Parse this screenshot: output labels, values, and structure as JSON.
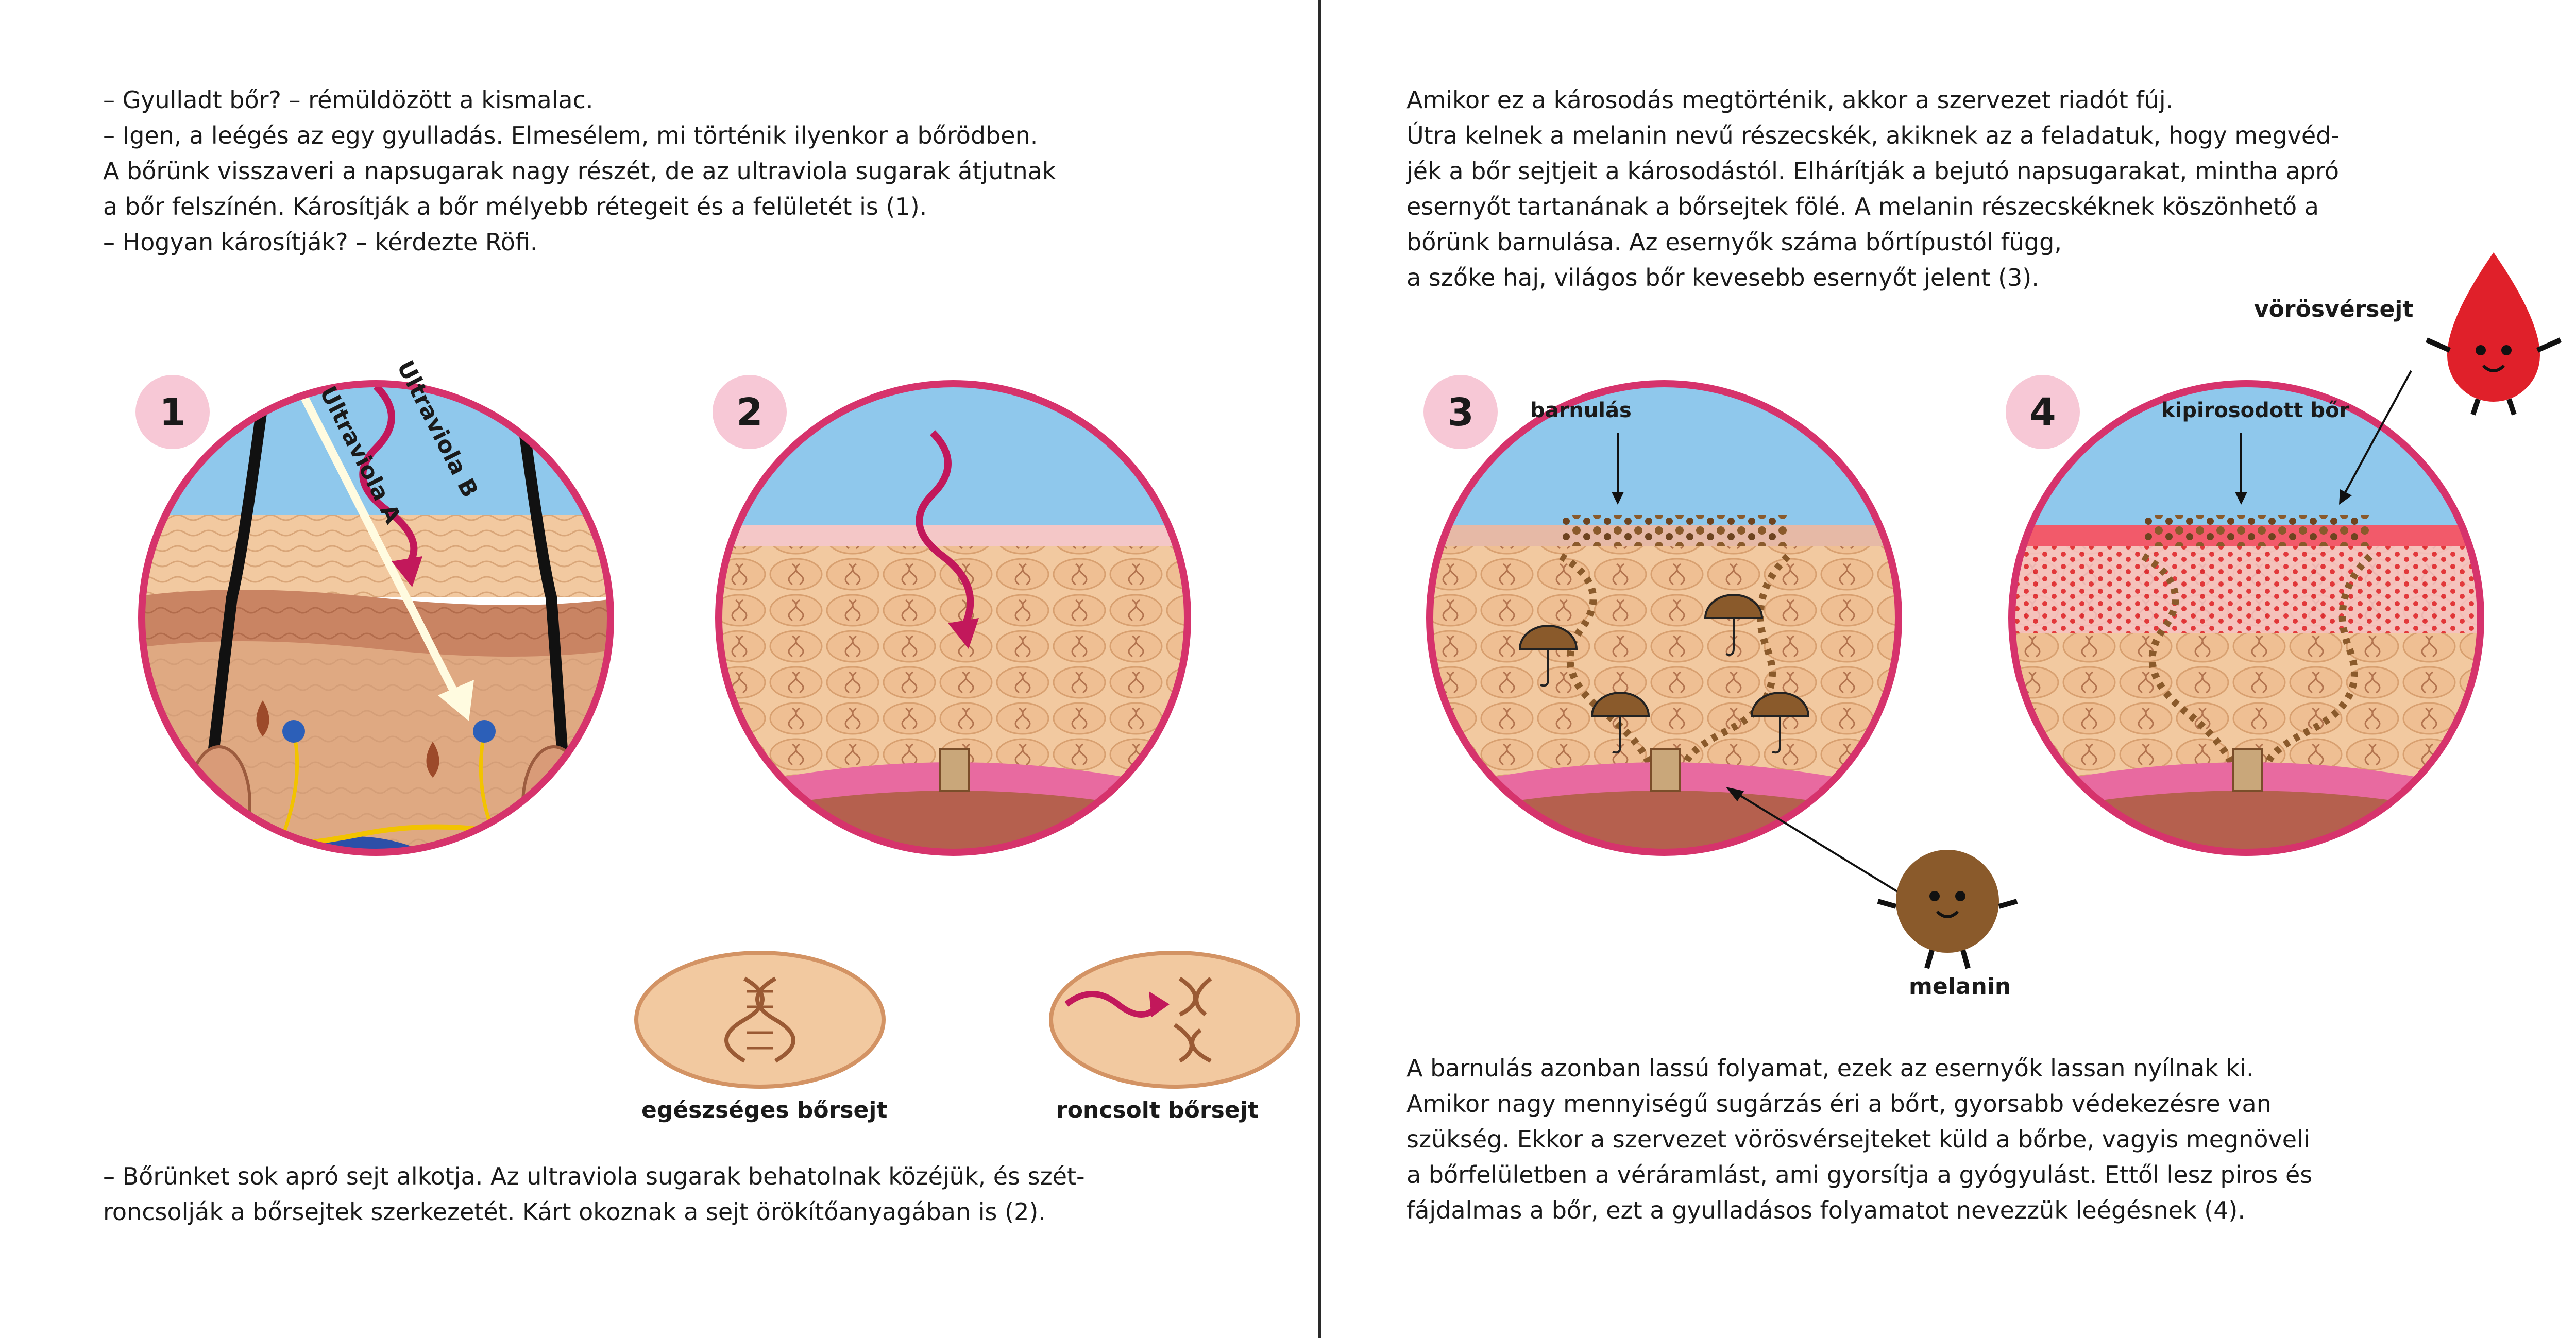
{
  "left_page": {
    "intro_lines": [
      "– Gyulladt bőr? – rémüldözött a kismalac.",
      "– Igen, a leégés az egy gyulladás. Elmesélem, mi történik ilyenkor a bőrödben.",
      "A bőrünk visszaveri a napsugarak nagy részét, de az ultraviola sugarak átjutnak",
      "a bőr felszínén. Károsítják a bőr mélyebb rétegeit és a felületét is (1).",
      "– Hogyan károsítják? –  kérdezte Röfi."
    ],
    "diagram1": {
      "number": "1",
      "uv_a_label": "Ultraviola A",
      "uv_b_label": "Ultraviola B"
    },
    "diagram2": {
      "number": "2"
    },
    "healthy_cell_label": "egészséges bőrsejt",
    "damaged_cell_label": "roncsolt bőrsejt",
    "outro_lines": [
      "– Bőrünket sok apró sejt alkotja. Az ultraviola sugarak behatolnak közéjük, és szét-",
      "roncsolják a bőrsejtek szerkezetét. Kárt okoznak a sejt örökítőanyagában is (2)."
    ]
  },
  "right_page": {
    "intro_lines": [
      "Amikor ez a károsodás megtörténik, akkor a szervezet riadót fúj.",
      "Útra kelnek a melanin nevű részecskék, akiknek az a feladatuk, hogy megvéd-",
      "jék a bőr sejtjeit a károsodástól. Elhárítják a bejutó napsugarakat, mintha apró",
      "esernyőt tartanának a bőrsejtek fölé. A melanin részecskéknek köszönhető a",
      "bőrünk barnulása. Az esernyők száma bőrtípustól függ,",
      "a szőke haj, világos bőr kevesebb esernyőt jelent (3)."
    ],
    "red_blood_cell_label": "vörösvérsejt",
    "diagram3": {
      "number": "3",
      "label": "barnulás"
    },
    "diagram4": {
      "number": "4",
      "label": "kipirosodott bőr"
    },
    "melanin_label": "melanin",
    "outro_lines": [
      "A barnulás azonban lassú folyamat, ezek az esernyők lassan nyílnak ki.",
      "Amikor nagy mennyiségű sugárzás éri a bőrt, gyorsabb védekezésre van",
      "szükség. Ekkor a szervezet vörösvérsejteket küld a bőrbe, vagyis megnöveli",
      "a bőrfelületben a véráramlást, ami gyorsítja a gyógyulást. Ettől lesz piros és",
      "fájdalmas a bőr,  ezt a gyulladásos folyamatot nevezzük leégésnek (4)."
    ]
  },
  "colors": {
    "circle_border": "#d6336c",
    "badge_fill": "#f7c8d6",
    "sky": "#8fc8ec",
    "skin": "#f2c9a0",
    "dermis": "#c27a5a",
    "cell_pink": "#e86aa0",
    "melanin": "#8a5a2b",
    "blood_red": "#e0202a",
    "uv_b_arrow": "#c2185b",
    "uv_a_arrow": "#fffbe0"
  }
}
